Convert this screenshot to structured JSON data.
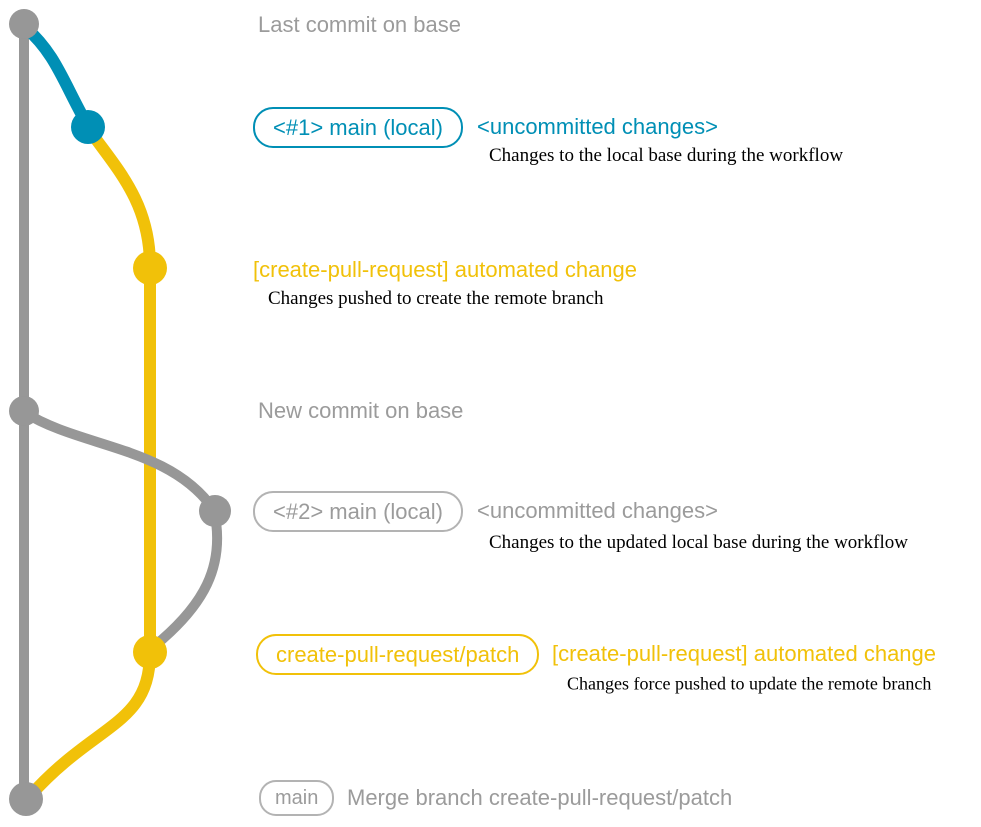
{
  "colors": {
    "background": "#ffffff",
    "gray_line": "#979797",
    "gray_text": "#9b9b9b",
    "gray_border": "#b3b3b3",
    "blue": "#008fb5",
    "yellow": "#f1c109",
    "caption": "#000000"
  },
  "annotations": {
    "last_commit": "Last commit on base",
    "new_commit": "New commit on base",
    "merge_commit": "Merge branch create-pull-request/patch"
  },
  "badges": {
    "main_local_1": "<#1> main (local)",
    "main_local_2": "<#2> main (local)",
    "patch_branch": "create-pull-request/patch",
    "main": "main"
  },
  "messages": {
    "uncommitted_1": {
      "text": "<uncommitted changes>",
      "caption": "Changes to the local base during the workflow"
    },
    "automated_1": {
      "text": "[create-pull-request] automated change",
      "caption": "Changes pushed to create the remote branch"
    },
    "uncommitted_2": {
      "text": "<uncommitted changes>",
      "caption": "Changes to the updated local base during the workflow"
    },
    "automated_2": {
      "text": "[create-pull-request] automated change",
      "caption": "Changes force pushed to update the remote branch"
    }
  },
  "graph": {
    "commits": [
      {
        "label": "Last commit on base",
        "branch": "base",
        "color": "gray"
      },
      {
        "label": "<#1> main (local) — <uncommitted changes>",
        "branch": "main (local)",
        "color": "blue"
      },
      {
        "label": "[create-pull-request] automated change",
        "branch": "create-pull-request/patch",
        "color": "yellow"
      },
      {
        "label": "New commit on base",
        "branch": "base",
        "color": "gray"
      },
      {
        "label": "<#2> main (local) — <uncommitted changes>",
        "branch": "main (local)",
        "color": "gray"
      },
      {
        "label": "create-pull-request/patch — [create-pull-request] automated change",
        "branch": "create-pull-request/patch",
        "color": "yellow"
      },
      {
        "label": "main — Merge branch create-pull-request/patch",
        "branch": "base",
        "color": "gray"
      }
    ]
  }
}
